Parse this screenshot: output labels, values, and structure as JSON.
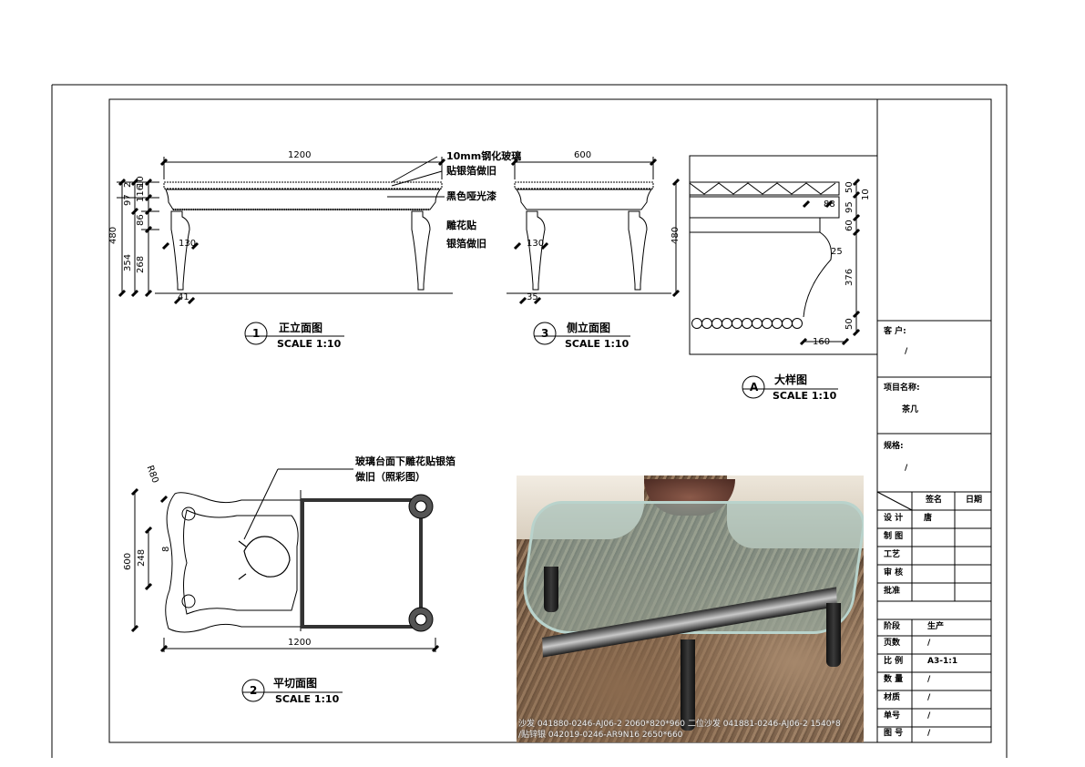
{
  "front_view": {
    "dims": {
      "length": "1200",
      "height": "480",
      "d354": "354",
      "d97": "97",
      "d2": "2",
      "d116": "116",
      "d10": "10",
      "d86": "86",
      "d268": "268",
      "leg_top": "130",
      "leg_foot": "41"
    },
    "annotations": [
      "10mm钢化玻璃",
      "贴银箔做旧",
      "黑色哑光漆",
      "雕花贴",
      "银箔做旧"
    ],
    "callout_number": "1",
    "title": "正立面图",
    "scale": "SCALE 1:10"
  },
  "side_view": {
    "dims": {
      "width": "600",
      "height": "480",
      "leg_top": "130",
      "leg_foot": "35"
    },
    "callout_number": "3",
    "title": "侧立面图",
    "scale": "SCALE 1:10"
  },
  "detail_view": {
    "dims": {
      "d50a": "50",
      "d10": "10",
      "d95": "95",
      "d88": "88",
      "d60": "60",
      "d25": "25",
      "d376": "376",
      "d50b": "50",
      "d160": "160"
    },
    "callout_number": "A",
    "title": "大样图",
    "scale": "SCALE 1:10"
  },
  "plan_view": {
    "dims": {
      "radius": "R80",
      "width": "600",
      "inner": "248",
      "gap": "8",
      "length": "1200"
    },
    "annotation_line1": "玻璃台面下雕花贴银箔",
    "annotation_line2": "做旧（照彩图）",
    "callout_number": "2",
    "title": "平切面图",
    "scale": "SCALE 1:10"
  },
  "photo": {
    "caption_line1": "沙发 041880-0246-AJ06-2 2060*820*960  二位沙发 041881-0246-AJ06-2 1540*8",
    "caption_line2": "/贴锌银 042019-0246-AR9N16 2650*660"
  },
  "title_block": {
    "client_label": "客 户:",
    "client_value": "/",
    "project_label": "项目名称:",
    "project_value": "茶几",
    "spec_label": "规格:",
    "spec_value": "/",
    "sign_header": "签名",
    "date_header": "日期",
    "sign_rows": [
      {
        "role": "设 计",
        "sign": "唐",
        "date": ""
      },
      {
        "role": "制 图",
        "sign": "",
        "date": ""
      },
      {
        "role": "工艺",
        "sign": "",
        "date": ""
      },
      {
        "role": "审 核",
        "sign": "",
        "date": ""
      },
      {
        "role": "批准",
        "sign": "",
        "date": ""
      }
    ],
    "info_rows": [
      {
        "label": "阶段",
        "value": "生产"
      },
      {
        "label": "页数",
        "value": "/"
      },
      {
        "label": "比 例",
        "value": "A3-1:1"
      },
      {
        "label": "数 量",
        "value": "/"
      },
      {
        "label": "材质",
        "value": "/"
      },
      {
        "label": "单号",
        "value": "/"
      },
      {
        "label": "图 号",
        "value": "/"
      }
    ]
  }
}
